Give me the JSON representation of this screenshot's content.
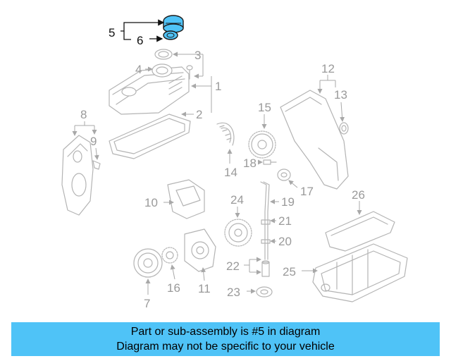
{
  "diagram": {
    "callouts": [
      "1",
      "2",
      "3",
      "4",
      "5",
      "6",
      "7",
      "8",
      "9",
      "10",
      "11",
      "12",
      "13",
      "14",
      "15",
      "16",
      "17",
      "18",
      "19",
      "20",
      "21",
      "22",
      "23",
      "24",
      "25",
      "26"
    ],
    "highlighted_part": "5",
    "highlight_color": "#4fc3f7"
  },
  "banner": {
    "line1": "Part or sub-assembly is #5 in diagram",
    "line2": "Diagram may not be specific to your vehicle",
    "background": "#4fc3f7"
  }
}
